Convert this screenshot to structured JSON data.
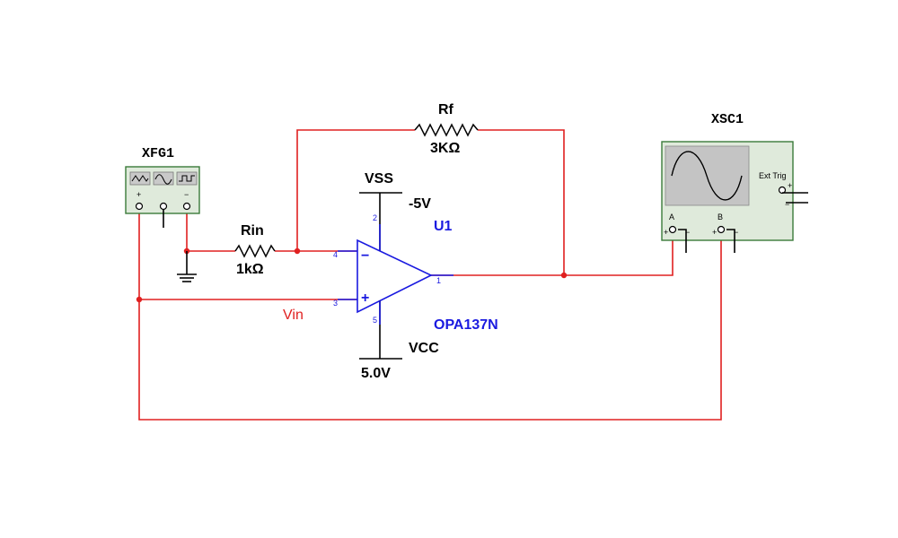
{
  "generator": {
    "ref": "XFG1",
    "plus": "+",
    "minus": "−"
  },
  "resistors": {
    "rin": {
      "name": "Rin",
      "value": "1kΩ"
    },
    "rf": {
      "name": "Rf",
      "value": "3KΩ"
    }
  },
  "opamp": {
    "ref": "U1",
    "model": "OPA137N",
    "pins": {
      "vss": "2",
      "inv": "4",
      "noninv": "3",
      "out": "1",
      "vcc": "5"
    },
    "inv_sign": "−",
    "noninv_sign": "+"
  },
  "supplies": {
    "vss": {
      "name": "VSS",
      "value": "-5V"
    },
    "vcc": {
      "name": "VCC",
      "value": "5.0V"
    }
  },
  "net_label": "Vin",
  "scope": {
    "ref": "XSC1",
    "ext_trig": "Ext Trig",
    "ch_a": "A",
    "ch_b": "B"
  },
  "colors": {
    "wire": "#e02020",
    "component": "#1a1ae0",
    "instrument_bg": "#dfeadb",
    "instrument_border": "#3a7a3a"
  }
}
